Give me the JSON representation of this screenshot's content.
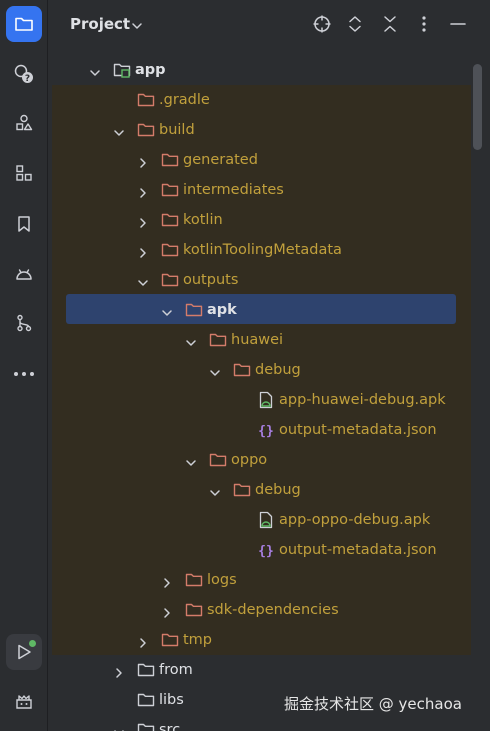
{
  "header": {
    "title": "Project"
  },
  "colors": {
    "accent": "#3574f0",
    "folder_excluded": "#d47c6a",
    "excluded_text": "#c1a03c",
    "selection": "#2e436e",
    "scope_background": "#332d20",
    "apk_green": "#5fb865",
    "json_purple": "#a77fe0"
  },
  "toolstrip": [
    {
      "icon": "project-folder-icon",
      "active": true
    },
    {
      "icon": "assistant-icon"
    },
    {
      "icon": "resource-manager-icon"
    },
    {
      "icon": "structure-icon"
    },
    {
      "icon": "bookmarks-icon"
    },
    {
      "icon": "android-icon"
    },
    {
      "icon": "git-branch-icon"
    },
    {
      "icon": "more-icon"
    },
    {
      "icon": "run-icon",
      "status": "running"
    },
    {
      "icon": "build-variants-icon"
    }
  ],
  "tree": [
    {
      "label": "app",
      "depth": 0,
      "expanded": true,
      "icon": "module",
      "style": "bold"
    },
    {
      "label": ".gradle",
      "depth": 1,
      "icon": "folder",
      "style": "excluded"
    },
    {
      "label": "build",
      "depth": 1,
      "expanded": true,
      "icon": "folder",
      "style": "excluded"
    },
    {
      "label": "generated",
      "depth": 2,
      "expanded": false,
      "icon": "folder",
      "style": "excluded"
    },
    {
      "label": "intermediates",
      "depth": 2,
      "expanded": false,
      "icon": "folder",
      "style": "excluded"
    },
    {
      "label": "kotlin",
      "depth": 2,
      "expanded": false,
      "icon": "folder",
      "style": "excluded"
    },
    {
      "label": "kotlinToolingMetadata",
      "depth": 2,
      "expanded": false,
      "icon": "folder",
      "style": "excluded"
    },
    {
      "label": "outputs",
      "depth": 2,
      "expanded": true,
      "icon": "folder",
      "style": "excluded"
    },
    {
      "label": "apk",
      "depth": 3,
      "expanded": true,
      "icon": "folder",
      "style": "bold",
      "selected": true
    },
    {
      "label": "huawei",
      "depth": 4,
      "expanded": true,
      "icon": "folder",
      "style": "excluded"
    },
    {
      "label": "debug",
      "depth": 5,
      "expanded": true,
      "icon": "folder",
      "style": "excluded"
    },
    {
      "label": "app-huawei-debug.apk",
      "depth": 6,
      "icon": "apk",
      "style": "excluded"
    },
    {
      "label": "output-metadata.json",
      "depth": 6,
      "icon": "json",
      "style": "excluded"
    },
    {
      "label": "oppo",
      "depth": 4,
      "expanded": true,
      "icon": "folder",
      "style": "excluded"
    },
    {
      "label": "debug",
      "depth": 5,
      "expanded": true,
      "icon": "folder",
      "style": "excluded"
    },
    {
      "label": "app-oppo-debug.apk",
      "depth": 6,
      "icon": "apk",
      "style": "excluded"
    },
    {
      "label": "output-metadata.json",
      "depth": 6,
      "icon": "json",
      "style": "excluded"
    },
    {
      "label": "logs",
      "depth": 3,
      "expanded": false,
      "icon": "folder",
      "style": "excluded"
    },
    {
      "label": "sdk-dependencies",
      "depth": 3,
      "expanded": false,
      "icon": "folder",
      "style": "excluded"
    },
    {
      "label": "tmp",
      "depth": 2,
      "expanded": false,
      "icon": "folder",
      "style": "excluded"
    },
    {
      "label": "from",
      "depth": 1,
      "expanded": false,
      "icon": "folder-plain",
      "style": "normal"
    },
    {
      "label": "libs",
      "depth": 1,
      "icon": "folder-plain",
      "style": "normal"
    },
    {
      "label": "src",
      "depth": 1,
      "expanded": true,
      "icon": "folder-plain",
      "style": "normal"
    }
  ],
  "watermark": "掘金技术社区 @ yechaoa"
}
